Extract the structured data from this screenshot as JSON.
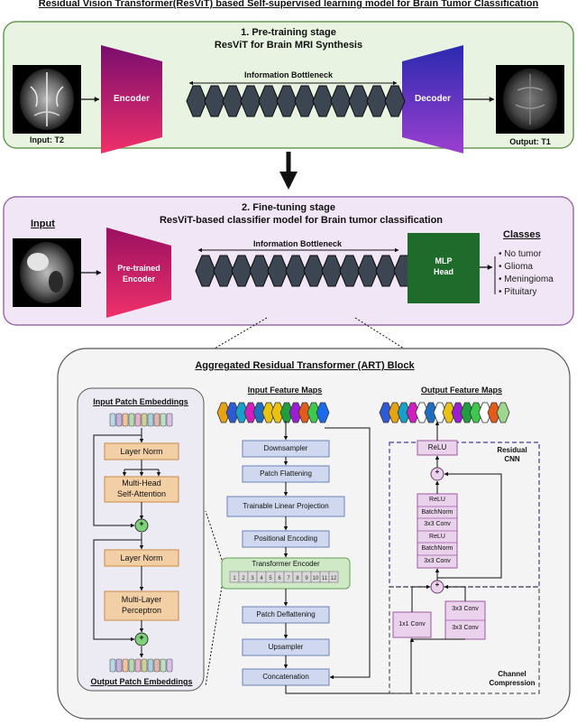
{
  "title": "Residual Vision Transformer(ResViT) based Self-supervised learning model for Brain Tumor Classification",
  "pretrain": {
    "heading1": "1. Pre-training stage",
    "heading2": "ResViT for Brain MRI Synthesis",
    "encoder": "Encoder",
    "decoder": "Decoder",
    "bottleneck": "Information Bottleneck",
    "input_label": "Input: T2",
    "output_label": "Output: T1"
  },
  "finetune": {
    "heading1": "2. Fine-tuning stage",
    "heading2": "ResViT-based classifier model for Brain tumor classification",
    "input_title": "Input",
    "encoder_line1": "Pre-trained",
    "encoder_line2": "Encoder",
    "bottleneck": "Information Bottleneck",
    "mlp_line1": "MLP",
    "mlp_line2": "Head",
    "classes_title": "Classes",
    "classes": [
      "No tumor",
      "Glioma",
      "Meningioma",
      "Pituitary"
    ]
  },
  "art": {
    "title": "Aggregated Residual Transformer (ART) Block",
    "transformer_panel": {
      "input_title": "Input Patch Embeddings",
      "layer_norm_1": "Layer Norm",
      "mhsa_line1": "Multi-Head",
      "mhsa_line2": "Self-Attention",
      "layer_norm_2": "Layer Norm",
      "mlp_line1": "Multi-Layer",
      "mlp_line2": "Perceptron",
      "output_title": "Output Patch Embeddings",
      "plus": "+"
    },
    "pipeline": {
      "input_title": "Input Feature Maps",
      "steps": [
        "Downsampler",
        "Patch Flattening",
        "Trainable Linear Projection",
        "Positional Encoding"
      ],
      "encoder": "Transformer Encoder",
      "patches": [
        "1",
        "2",
        "3",
        "4",
        "5",
        "6",
        "7",
        "8",
        "9",
        "10",
        "11",
        "12"
      ],
      "steps_after": [
        "Patch Deflattening",
        "Upsampler",
        "Concatenation"
      ]
    },
    "cnn": {
      "output_title": "Output Feature Maps",
      "top_relu": "ReLU",
      "residual_title_line1": "Residual",
      "residual_title_line2": "CNN",
      "stack": [
        "ReLU",
        "BatchNorm",
        "3x3 Conv",
        "ReLU",
        "BatchNorm",
        "3x3 Conv"
      ],
      "conv1x1": "1x1 Conv",
      "conv3x3_a": "3x3 Conv",
      "conv3x3_b": "3x3 Conv",
      "channel_line1": "Channel",
      "channel_line2": "Compression",
      "plus": "+"
    }
  },
  "colors": {
    "stage_green_fill": "#e9f3e2",
    "stage_green_border": "#6a9a56",
    "stage_purple_fill": "#f1e6f5",
    "stage_purple_border": "#9b6fb0",
    "encoder_gradient_top": "#7a0d6e",
    "encoder_gradient_bottom": "#f0306a",
    "decoder_gradient_top": "#2a2ab0",
    "decoder_gradient_bottom": "#9c3fd0",
    "hexagon_fill": "#3c4552",
    "mlp_green": "#1e6b2c",
    "pipeline_box_fill": "#cfd8ee",
    "pipeline_box_border": "#6b82b8",
    "transformer_box_fill": "#f3cfa5",
    "transformer_box_border": "#c98b47",
    "encoder_box_fill": "#cfe8c6",
    "encoder_box_border": "#62a055",
    "cnn_box_fill": "#ead2ec",
    "cnn_box_border": "#9b5aa1",
    "dashed_purple": "#4a3aa0"
  },
  "feature_map_colors": [
    "#e8a310",
    "#2f5ad6",
    "#18a0c8",
    "#d21ebe",
    "#1f6ec0",
    "#e8c410",
    "#e8c410",
    "#1f9e3e",
    "#9a1ed2",
    "#e45a18",
    "#3ec84e",
    "#1b6be8"
  ],
  "output_map_colors": [
    "#2f5ad6",
    "#e8a310",
    "#18a0c8",
    "#d21ebe",
    "#ffffff",
    "#1f6ec0",
    "#ffffff",
    "#e8c410",
    "#9a1ed2",
    "#1f9e3e",
    "#3ec84e",
    "#ffffff",
    "#e45a18",
    "#9dd88e"
  ],
  "patch_colors": [
    "#b9d7e8",
    "#c9b1e0",
    "#f0c49c",
    "#b5d9b0",
    "#e6b4c8",
    "#cfcf9a",
    "#a9cfe0",
    "#e0b7a9",
    "#bde0c4",
    "#d8c0e8"
  ]
}
